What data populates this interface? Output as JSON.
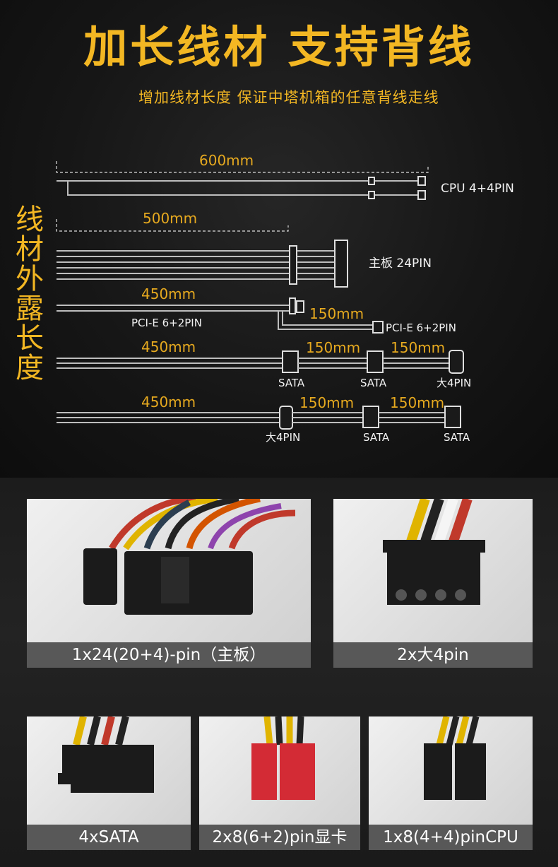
{
  "header": {
    "title": "加长线材  支持背线",
    "subtitle": "增加线材长度 保证中塔机箱的任意背线走线",
    "side_label": "线材外露长度"
  },
  "diagram": {
    "cpu": {
      "length": "600mm",
      "label": "CPU 4+4PIN"
    },
    "mainboard": {
      "length": "500mm",
      "label": "主板 24PIN"
    },
    "pcie": {
      "length": "450mm",
      "label": "PCI-E 6+2PIN",
      "ext_length": "150mm",
      "ext_label": "PCI-E 6+2PIN"
    },
    "sata_line1": {
      "length": "450mm",
      "seg1": "150mm",
      "seg2": "150mm",
      "c1": "SATA",
      "c2": "SATA",
      "c3": "大4PIN"
    },
    "sata_line2": {
      "length": "450mm",
      "seg1": "150mm",
      "seg2": "150mm",
      "c1": "大4PIN",
      "c2": "SATA",
      "c3": "SATA"
    }
  },
  "photos": [
    {
      "caption": "1x24(20+4)-pin（主板）"
    },
    {
      "caption": "2x大4pin"
    },
    {
      "caption": "4xSATA"
    },
    {
      "caption": "2x8(6+2)pin显卡"
    },
    {
      "caption": "1x8(4+4)pinCPU"
    }
  ],
  "colors": {
    "accent": "#f3b723",
    "caption_bg": "#585858",
    "background": "#161616"
  }
}
